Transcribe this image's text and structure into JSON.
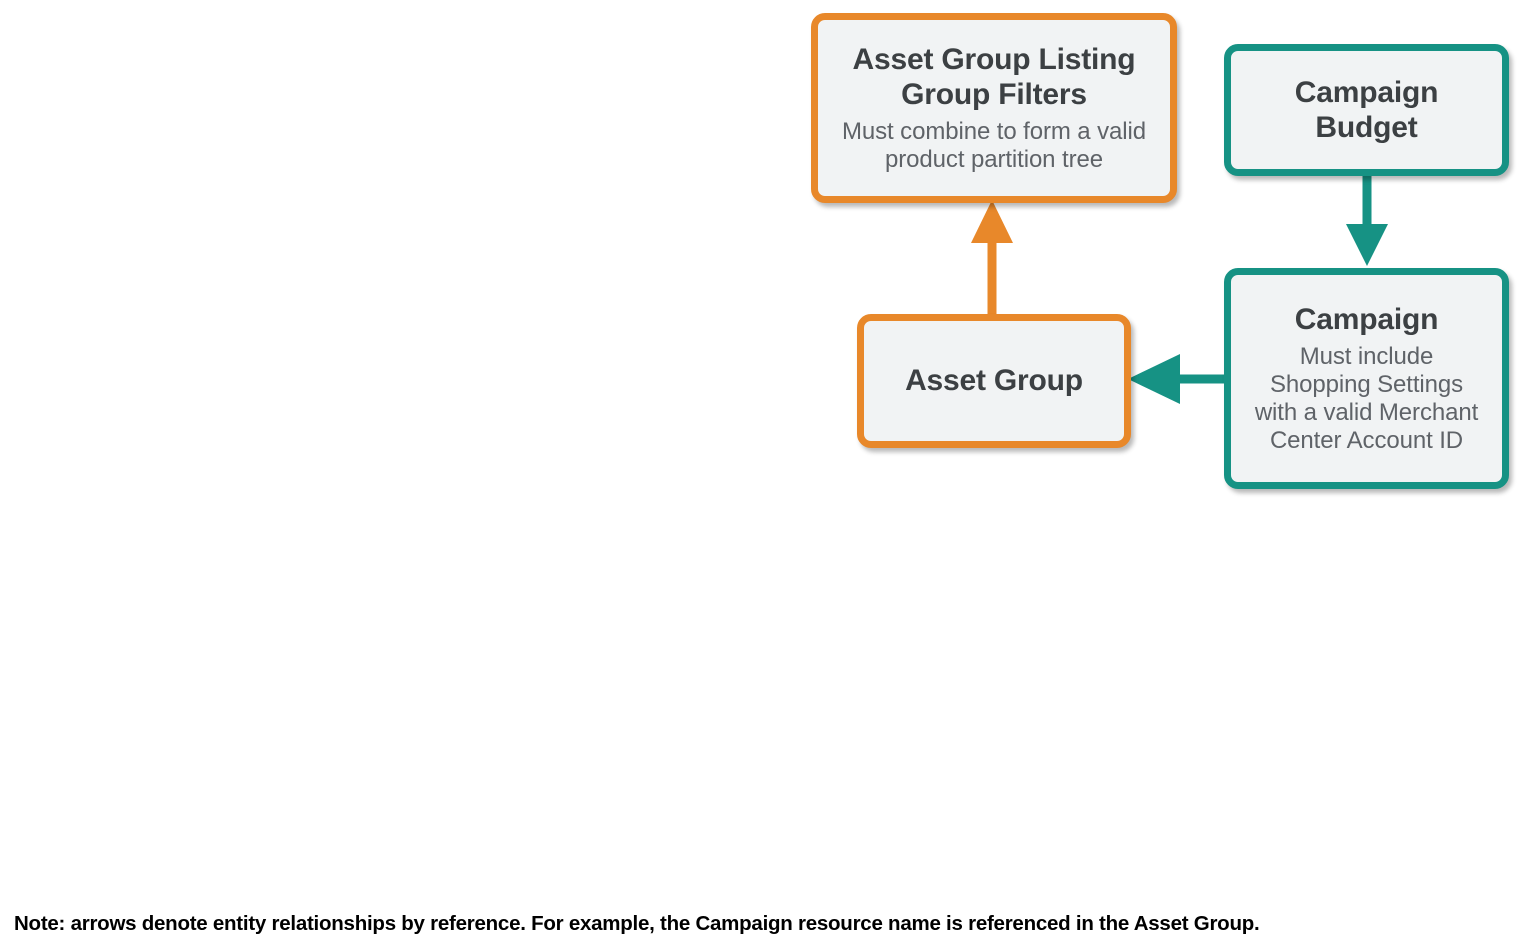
{
  "diagram": {
    "type": "entity-relationship",
    "background_color": "#ffffff",
    "palette": {
      "orange": "#e8882a",
      "teal": "#169284",
      "node_fill": "#f1f3f4",
      "title_text": "#3c4043",
      "subtitle_text": "#5f6368",
      "note_text": "#000000"
    },
    "nodes": [
      {
        "id": "asset-group-listing-group-filters",
        "title": "Asset Group Listing Group Filters",
        "title_lines": [
          "Asset Group Listing",
          "Group Filters"
        ],
        "subtitle": "Must combine to form a valid product partition tree",
        "color": "orange"
      },
      {
        "id": "campaign-budget",
        "title": "Campaign Budget",
        "title_lines": [
          "Campaign",
          "Budget"
        ],
        "subtitle": "",
        "color": "teal"
      },
      {
        "id": "asset-group",
        "title": "Asset Group",
        "title_lines": [
          "Asset Group"
        ],
        "subtitle": "",
        "color": "orange"
      },
      {
        "id": "campaign",
        "title": "Campaign",
        "title_lines": [
          "Campaign"
        ],
        "subtitle": "Must include Shopping Settings with a valid Merchant Center Account ID",
        "color": "teal"
      }
    ],
    "edges": [
      {
        "id": "asset-group-to-listing-group-filters",
        "from": "asset-group",
        "to": "asset-group-listing-group-filters",
        "direction": "up",
        "color": "orange"
      },
      {
        "id": "campaign-budget-to-campaign",
        "from": "campaign-budget",
        "to": "campaign",
        "direction": "down",
        "color": "teal"
      },
      {
        "id": "campaign-to-asset-group",
        "from": "campaign",
        "to": "asset-group",
        "direction": "left",
        "color": "teal"
      }
    ]
  },
  "nodes": {
    "aglgf": {
      "title_line1": "Asset Group Listing",
      "title_line2": "Group Filters",
      "subtitle_line1": "Must combine to form a valid",
      "subtitle_line2": "product partition tree"
    },
    "budget": {
      "title_line1": "Campaign",
      "title_line2": "Budget"
    },
    "asset_group": {
      "title_line1": "Asset Group"
    },
    "campaign": {
      "title_line1": "Campaign",
      "subtitle_line1": "Must include",
      "subtitle_line2": "Shopping Settings",
      "subtitle_line3": "with a valid Merchant",
      "subtitle_line4": "Center Account ID"
    }
  },
  "note": {
    "text": "Note: arrows denote entity relationships by reference. For example, the Campaign resource name is referenced in the Asset Group."
  }
}
